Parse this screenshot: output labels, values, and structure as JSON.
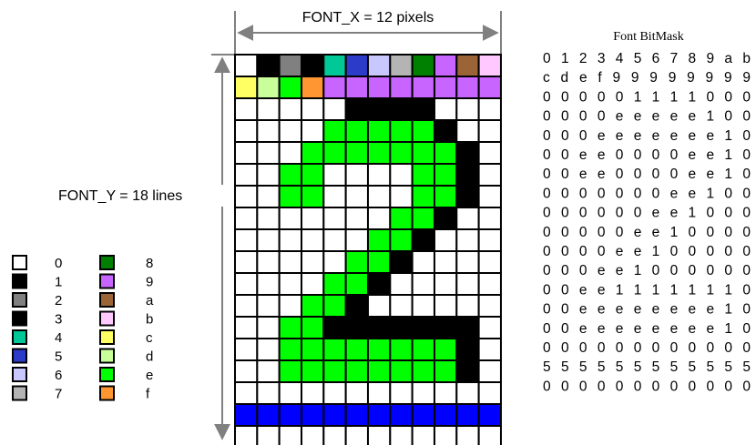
{
  "labels": {
    "font_x": "FONT_X = 12 pixels",
    "font_y": "FONT_Y = 18 lines",
    "bitmask_title": "Font BitMask"
  },
  "palette": {
    "0": "#ffffff",
    "1": "#000000",
    "2": "#808080",
    "3": "#000000",
    "4": "#00c896",
    "5": "#2d3cc8",
    "6": "#c8c8ff",
    "7": "#b4b4b4",
    "8": "#008000",
    "9": "#c864ff",
    "a": "#9b6437",
    "b": "#ffc8ff",
    "c": "#ffff64",
    "d": "#c8ff9b",
    "e": "#00ff00",
    "f": "#ff9632"
  },
  "grid_colors": {
    "border": "#000000",
    "dim_line": "#808080",
    "blue_row": "#0000ff"
  },
  "legend": {
    "left": [
      "0",
      "1",
      "2",
      "3",
      "4",
      "5",
      "6",
      "7"
    ],
    "right": [
      "8",
      "9",
      "a",
      "b",
      "c",
      "d",
      "e",
      "f"
    ]
  },
  "bitmask_rows": [
    "0 1 2 3 4 5 6 7 8 9 a b",
    "c d e f 9 9 9 9 9 9 9 9",
    "0 0 0 0 0 1 1 1 1 0 0 0",
    "0 0 0 0 e e e e e 1 0 0",
    "0 0 0 e e e e e e e 1 0",
    "0 0 e e 0 0 0 0 e e 1 0",
    "0 0 e e 0 0 0 0 e e 1 0",
    "0 0 0 0 0 0 0 e e 1 0 0",
    "0 0 0 0 0 0 e e 1 0 0 0",
    "0 0 0 0 0 e e 1 0 0 0 0",
    "0 0 0 0 e e 1 0 0 0 0 0",
    "0 0 0 e e 1 0 0 0 0 0 0",
    "0 0 e e 1 1 1 1 1 1 1 0",
    "0 0 e e e e e e e e 1 0",
    "0 0 e e e e e e e e 1 0",
    "0 0 0 0 0 0 0 0 0 0 0 0",
    "5 5 5 5 5 5 5 5 5 5 5 5",
    "0 0 0 0 0 0 0 0 0 0 0 0"
  ]
}
